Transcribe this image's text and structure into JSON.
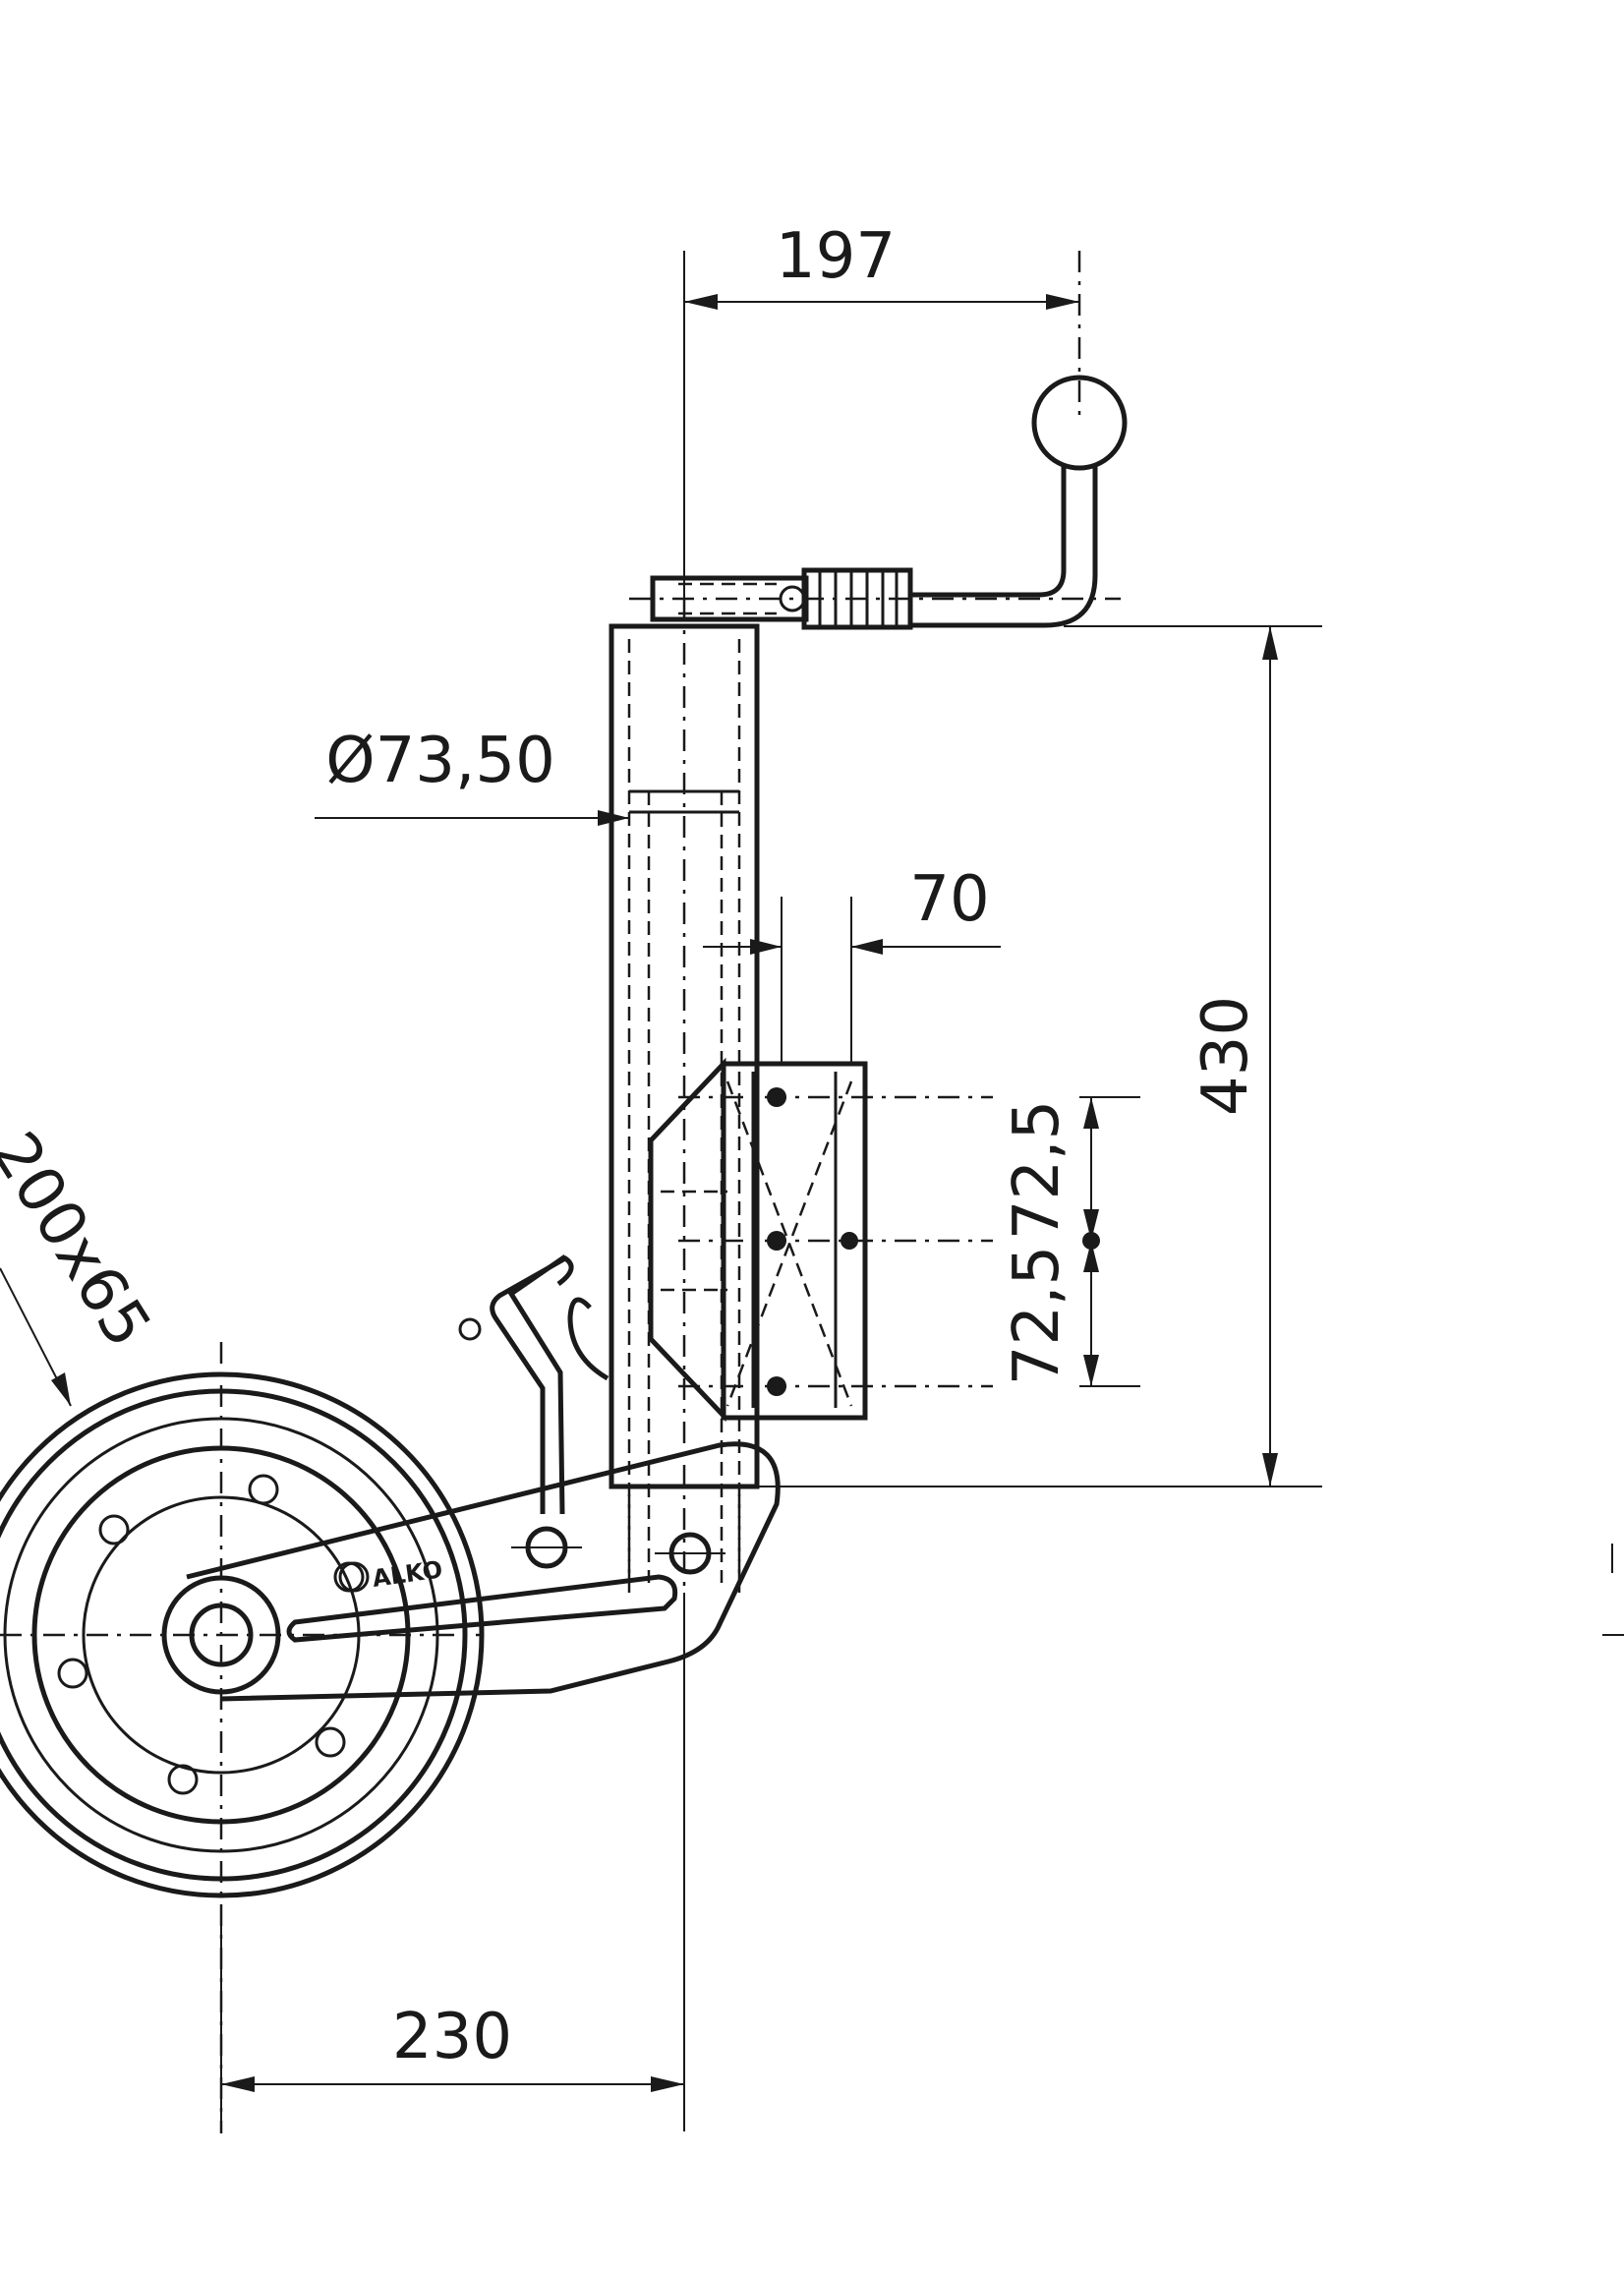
{
  "dimensions": {
    "handle_reach": "197",
    "tube_diameter": "Ø73,50",
    "clamp_width": "70",
    "total_height": "430",
    "hole_spacing_upper": "72,5",
    "hole_spacing_lower": "72,5",
    "wheel_size": "200x65",
    "wheel_offset": "230"
  },
  "logo": "ALKO"
}
